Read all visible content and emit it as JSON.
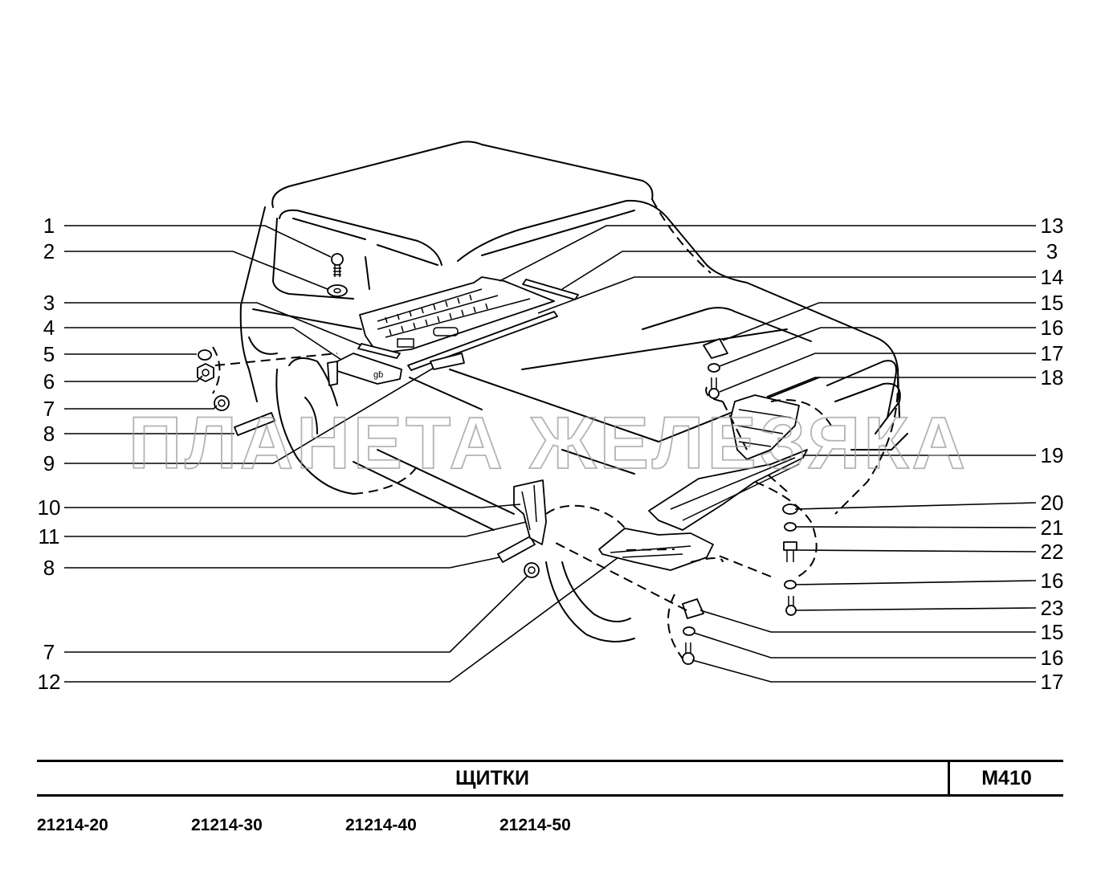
{
  "diagram": {
    "watermark": "ПЛАНЕТА ЖЕЛЕЗЯКА",
    "left_callouts": [
      "1",
      "2",
      "3",
      "4",
      "5",
      "6",
      "7",
      "8",
      "9",
      "10",
      "11",
      "8",
      "7",
      "12"
    ],
    "right_callouts": [
      "13",
      "3",
      "14",
      "15",
      "16",
      "17",
      "18",
      "19",
      "20",
      "21",
      "22",
      "16",
      "23",
      "15",
      "16",
      "17"
    ]
  },
  "title_block": {
    "title": "ЩИТКИ",
    "code": "M410"
  },
  "models": [
    "21214-20",
    "21214-30",
    "21214-40",
    "21214-50"
  ]
}
